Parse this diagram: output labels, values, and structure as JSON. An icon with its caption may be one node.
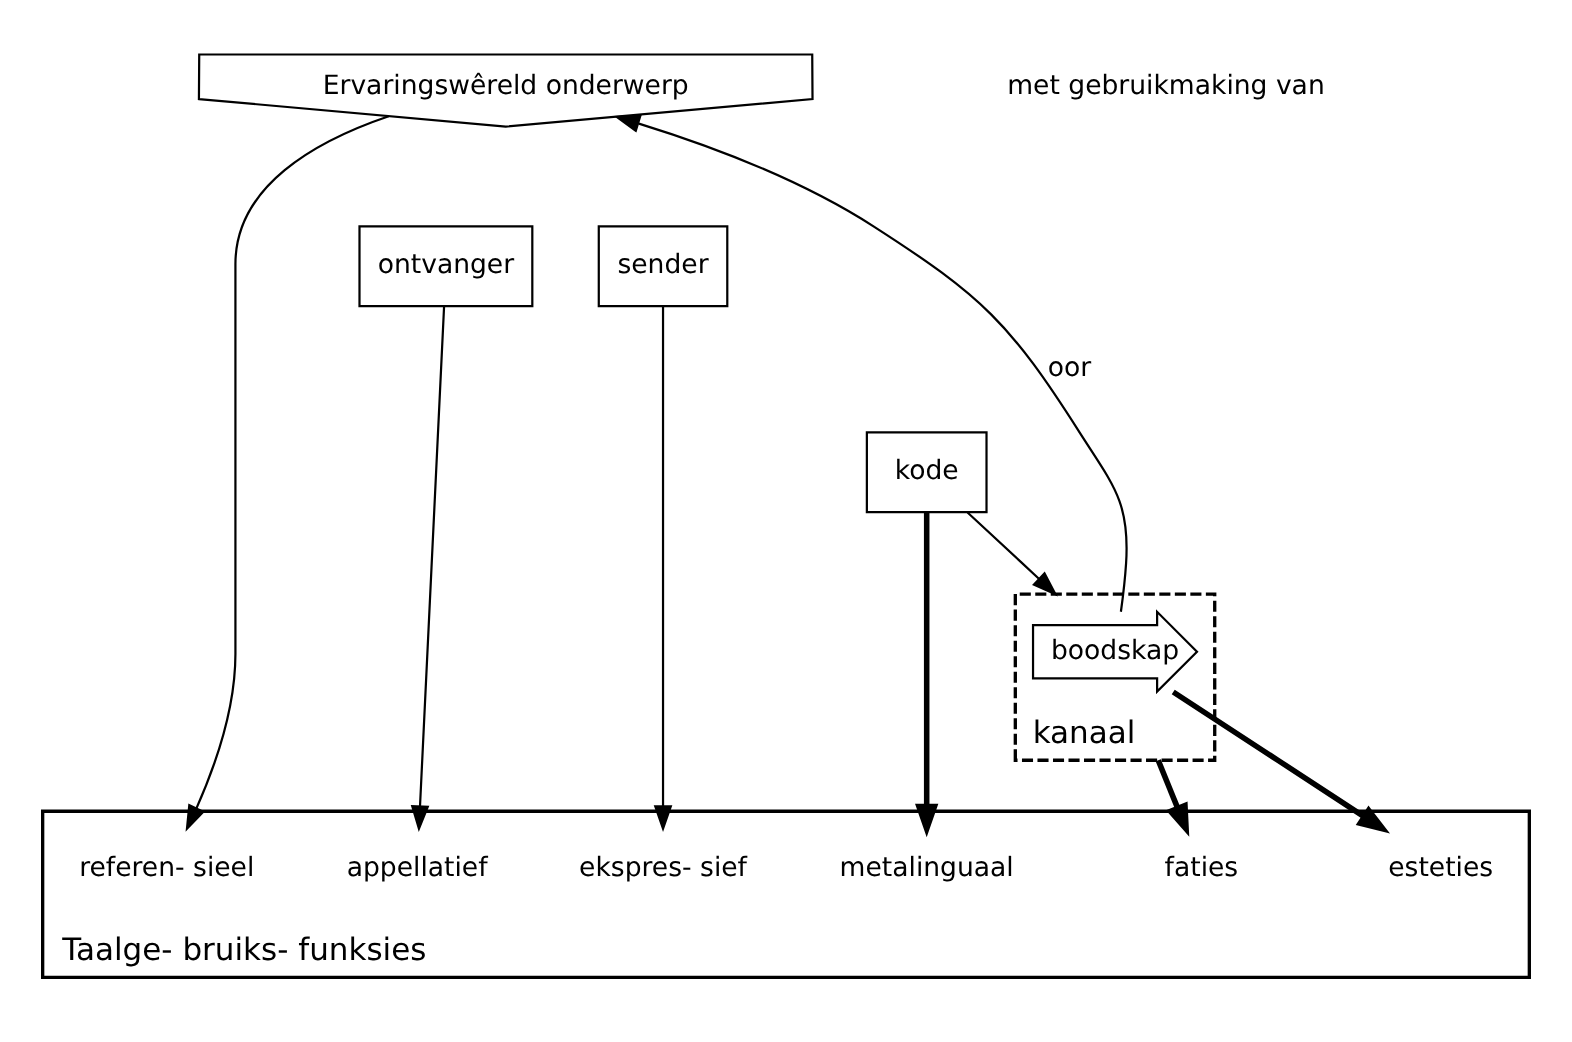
{
  "diagram": {
    "nodes": [
      {
        "text": [
          "Ervaringswêreld onderwerp"
        ]
      },
      {
        "text": [
          "sender"
        ]
      },
      {
        "text": [
          "kanaal"
        ]
      },
      {
        "text": [
          "boodskap"
        ],
        "in": 2
      },
      {
        "text": [
          "ontvanger"
        ]
      },
      {
        "text": [
          "kode"
        ]
      },
      {
        "text": [
          "Taalge- bruiks- funksies"
        ]
      },
      {
        "text": [
          "ekspres- sief"
        ],
        "in": 6
      },
      {
        "text": [
          "referen- sieel"
        ],
        "in": 6
      },
      {
        "text": [
          "metalinguaal"
        ],
        "in": 6
      },
      {
        "text": [
          "faties"
        ],
        "in": 6
      },
      {
        "text": [
          "esteties"
        ],
        "in": 6
      },
      {
        "text": [
          "appellatief"
        ],
        "in": 6
      }
    ],
    "edges": [
      {
        "from": 3,
        "to": 0,
        "arrow": "to",
        "label": "oor"
      },
      {
        "from": 0,
        "to": 8,
        "arrow": "to"
      },
      {
        "from": 1,
        "to": 7,
        "arrow": "to"
      },
      {
        "from": 5,
        "to": 2,
        "arrow": "to"
      },
      {
        "from": 5,
        "to": 9,
        "arrow": "to",
        "style": "thick"
      },
      {
        "from": 2,
        "to": 10,
        "arrow": "to",
        "style": "thick"
      },
      {
        "from": 3,
        "to": 11,
        "arrow": "to",
        "style": "thick"
      },
      {
        "from": 4,
        "to": 12,
        "arrow": "to"
      }
    ],
    "labels": [
      "met gebruikmaking van"
    ]
  }
}
